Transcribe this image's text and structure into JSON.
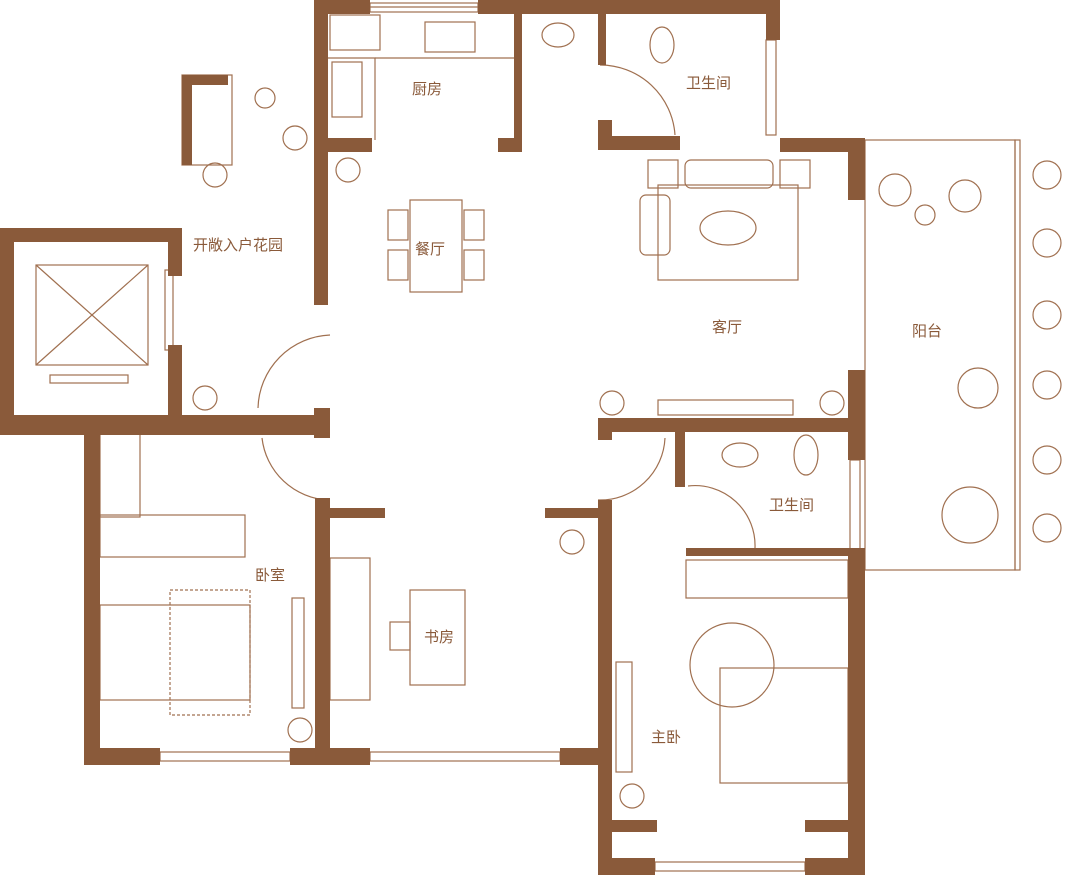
{
  "colors": {
    "wall": "#8a5a3a",
    "line": "#a07050"
  },
  "rooms": {
    "kitchen": "厨房",
    "bathroom_top": "卫生间",
    "entry_garden": "开敞入户花园",
    "dining": "餐厅",
    "living": "客厅",
    "balcony": "阳台",
    "bathroom_mid": "卫生间",
    "bedroom": "卧室",
    "study": "书房",
    "master_bedroom": "主卧"
  }
}
